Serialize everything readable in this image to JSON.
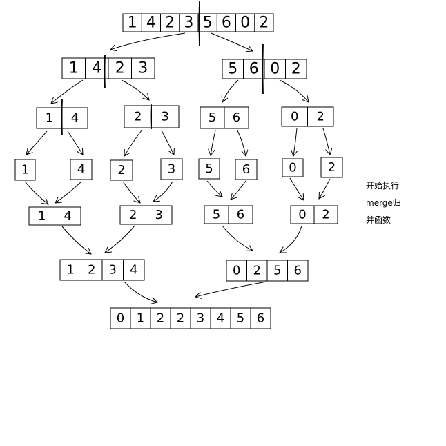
{
  "nodes": [
    {
      "id": "root",
      "values": [
        "1",
        "4",
        "2",
        "3",
        "5",
        "6",
        "0",
        "2"
      ]
    },
    {
      "id": "l",
      "values": [
        "1",
        "4",
        "2",
        "3"
      ]
    },
    {
      "id": "r",
      "values": [
        "5",
        "6",
        "0",
        "2"
      ]
    },
    {
      "id": "ll",
      "values": [
        "1",
        "4"
      ]
    },
    {
      "id": "lr",
      "values": [
        "2",
        "3"
      ]
    },
    {
      "id": "rl",
      "values": [
        "5",
        "6"
      ]
    },
    {
      "id": "rr",
      "values": [
        "0",
        "2"
      ]
    },
    {
      "id": "a1",
      "values": [
        "1"
      ]
    },
    {
      "id": "a4",
      "values": [
        "4"
      ]
    },
    {
      "id": "a2",
      "values": [
        "2"
      ]
    },
    {
      "id": "a3",
      "values": [
        "3"
      ]
    },
    {
      "id": "a5",
      "values": [
        "5"
      ]
    },
    {
      "id": "a6",
      "values": [
        "6"
      ]
    },
    {
      "id": "a0",
      "values": [
        "0"
      ]
    },
    {
      "id": "a2b",
      "values": [
        "2"
      ]
    },
    {
      "id": "m14",
      "values": [
        "1",
        "4"
      ]
    },
    {
      "id": "m23",
      "values": [
        "2",
        "3"
      ]
    },
    {
      "id": "m56",
      "values": [
        "5",
        "6"
      ]
    },
    {
      "id": "m02",
      "values": [
        "0",
        "2"
      ]
    },
    {
      "id": "m1234",
      "values": [
        "1",
        "2",
        "3",
        "4"
      ]
    },
    {
      "id": "m0256",
      "values": [
        "0",
        "2",
        "5",
        "6"
      ]
    },
    {
      "id": "final",
      "values": [
        "0",
        "1",
        "2",
        "2",
        "3",
        "4",
        "5",
        "6"
      ]
    }
  ],
  "note": {
    "lines": [
      "开始执行",
      "merge归",
      "并函数"
    ]
  }
}
